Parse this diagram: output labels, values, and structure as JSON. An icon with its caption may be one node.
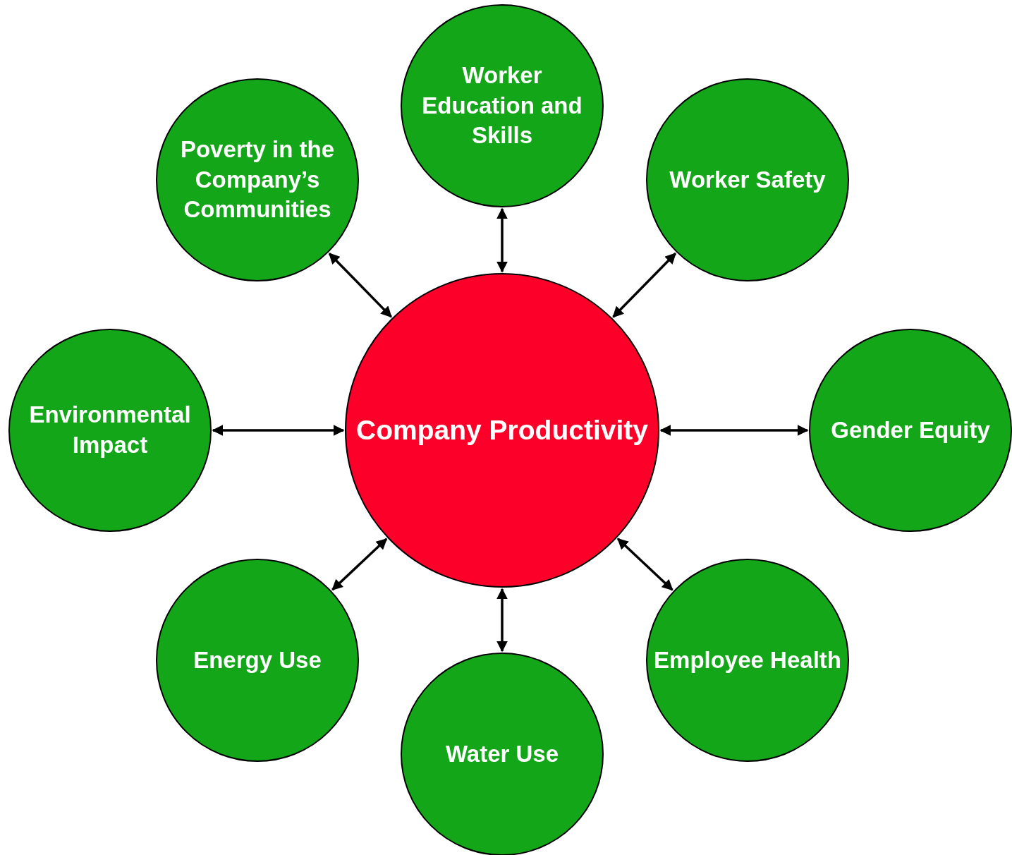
{
  "diagram": {
    "nodes": [
      {
        "text": [
          "Worker Education and Skills"
        ]
      },
      {
        "text": [
          "Poverty in the Company’s Communities"
        ]
      },
      {
        "text": [
          "Worker Safety"
        ]
      },
      {
        "text": [
          "Environmental Impact"
        ]
      },
      {
        "text": [
          "Company Productivity"
        ]
      },
      {
        "text": [
          "Gender Equity"
        ]
      },
      {
        "text": [
          "Energy Use"
        ]
      },
      {
        "text": [
          "Employee Health"
        ]
      },
      {
        "text": [
          "Water Use"
        ]
      }
    ],
    "edges": [
      {
        "from": 4,
        "to": 0,
        "arrow": "both"
      },
      {
        "from": 4,
        "to": 1,
        "arrow": "both"
      },
      {
        "from": 4,
        "to": 2,
        "arrow": "both"
      },
      {
        "from": 4,
        "to": 3,
        "arrow": "both"
      },
      {
        "from": 4,
        "to": 5,
        "arrow": "both"
      },
      {
        "from": 4,
        "to": 6,
        "arrow": "both"
      },
      {
        "from": 4,
        "to": 7,
        "arrow": "both"
      },
      {
        "from": 4,
        "to": 8,
        "arrow": "both"
      }
    ]
  }
}
